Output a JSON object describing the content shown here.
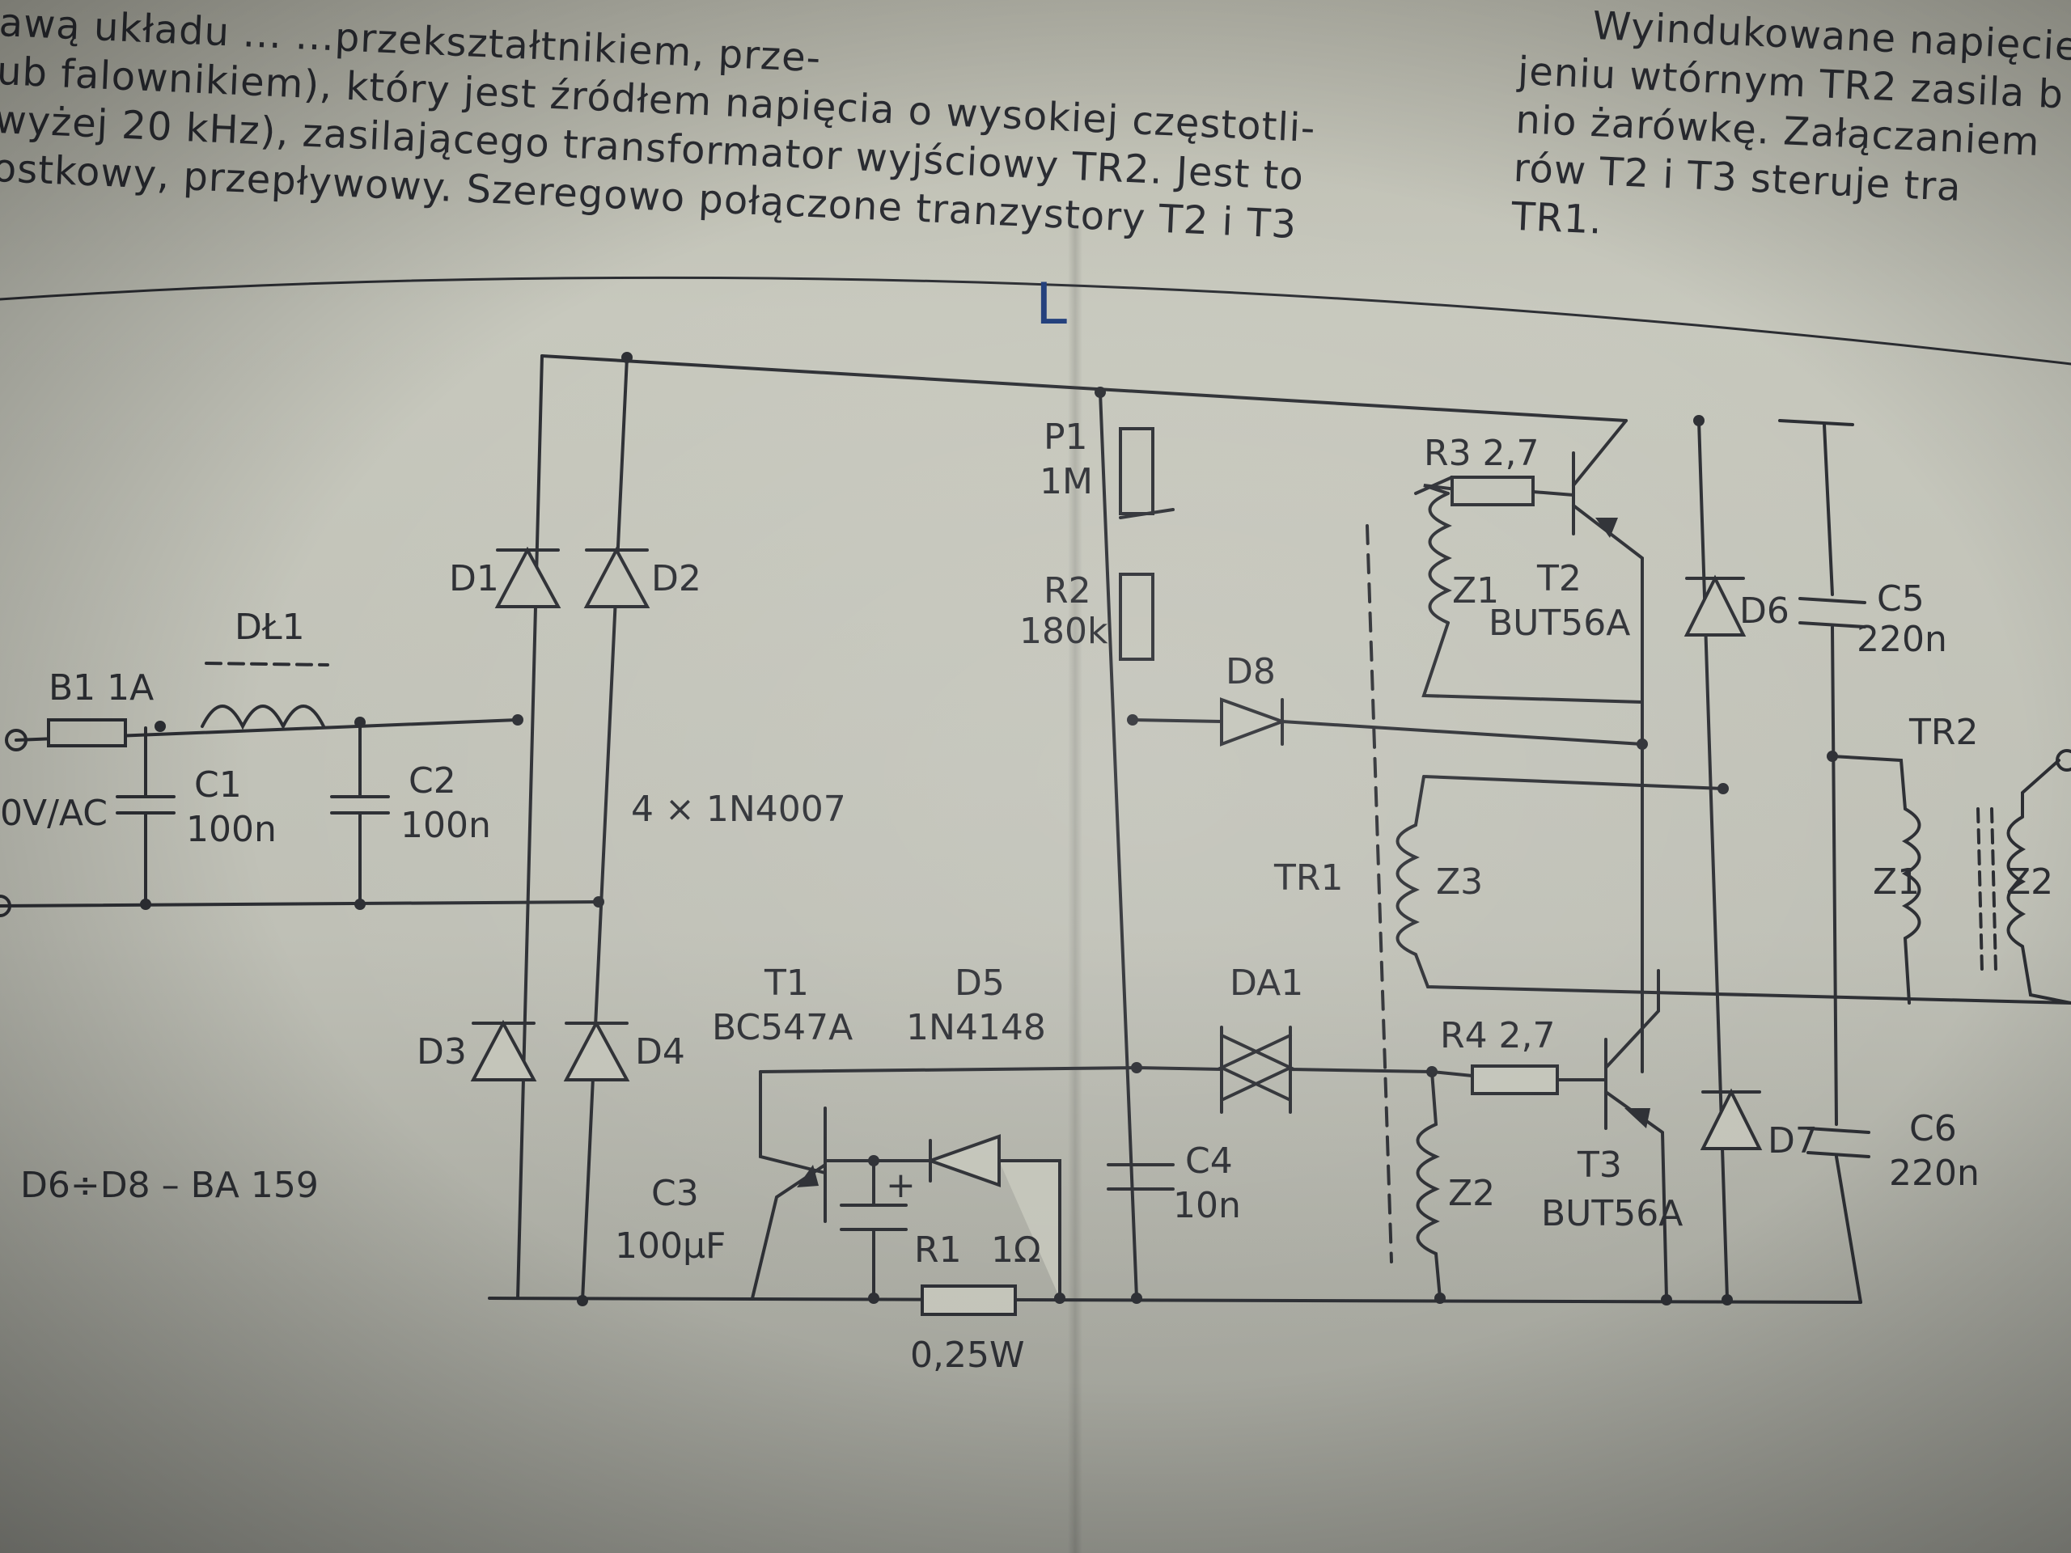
{
  "top_text": {
    "left_lines": [
      "awą układu ...             ...przekształtnikiem, prze-",
      "ub falownikiem), który jest źródłem napięcia o wysokiej częstotli-",
      "wyżej 20 kHz), zasilającego transformator wyjściowy TR2. Jest to",
      "ostkowy, przepływowy. Szeregowo połączone tranzystory T2 i T3"
    ],
    "right_lines": [
      "Wyindukowane napięcie",
      "jeniu wtórnym TR2 zasila b",
      "nio żarówkę. Załączaniem",
      "rów T2 i T3 steruje tra",
      "TR1."
    ]
  },
  "schematic": {
    "fuse": "B1 1A",
    "choke": "DŁ1",
    "input": "0V/AC",
    "c1_name": "C1",
    "c1_val": "100n",
    "c2_name": "C2",
    "c2_val": "100n",
    "d1": "D1",
    "d2": "D2",
    "d3": "D3",
    "d4": "D4",
    "bridge_note": "4 × 1N4007",
    "d6d8_note": "D6÷D8 – BA 159",
    "t1_name": "T1",
    "t1_type": "BC547A",
    "d5_name": "D5",
    "d5_type": "1N4148",
    "c3_name": "C3",
    "c3_val": "100µF",
    "plus": "+",
    "r1_name": "R1",
    "r1_val": "1Ω",
    "r1_power": "0,25W",
    "p1_name": "P1",
    "p1_val": "1M",
    "r2_name": "R2",
    "r2_val": "180k",
    "d8": "D8",
    "c4_name": "C4",
    "c4_val": "10n",
    "da1": "DA1",
    "tr1": "TR1",
    "z1": "Z1",
    "z2": "Z2",
    "z3": "Z3",
    "r3": "R3 2,7",
    "t2_name": "T2",
    "t2_type": "BUT56A",
    "r4": "R4 2,7",
    "t3_name": "T3",
    "t3_type": "BUT56A",
    "d6": "D6",
    "d7": "D7",
    "c5_name": "C5",
    "c5_val": "220n",
    "c6_name": "C6",
    "c6_val": "220n",
    "tr2": "TR2",
    "tr2_z1": "Z1",
    "tr2_z2": "Z2",
    "mark": "L"
  }
}
